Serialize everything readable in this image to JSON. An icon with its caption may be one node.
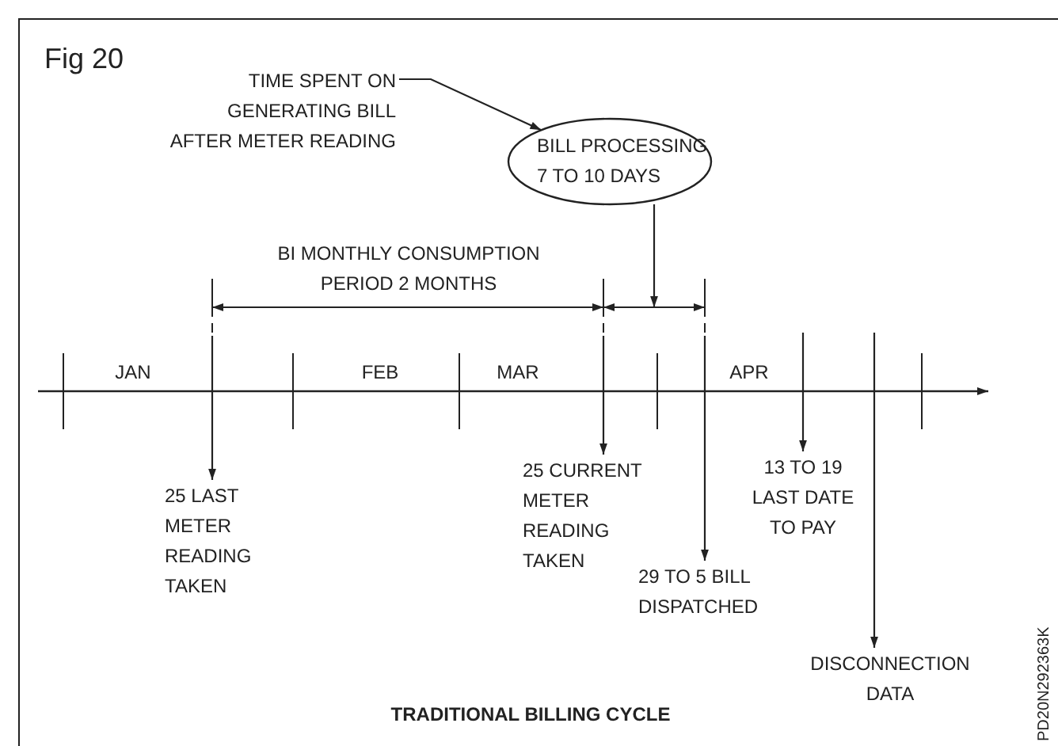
{
  "diagram": {
    "title": "Fig 20",
    "caption": "TRADITIONAL BILLING CYCLE",
    "nodes": [
      {
        "text": [
          "TIME SPENT ON GENERATING BILL AFTER METER READING"
        ]
      },
      {
        "text": [
          "BILL PROCESSING 7 TO 10 DAYS"
        ]
      },
      {
        "text": [
          "25 LAST METER READING TAKEN"
        ]
      },
      {
        "text": [
          "25 CURRENT METER READING TAKEN"
        ]
      },
      {
        "text": [
          "29 TO 5 BILL DISPATCHED"
        ]
      },
      {
        "text": [
          "13 TO 19 LAST DATE TO PAY"
        ]
      },
      {
        "text": [
          "DISCONNECTION DATA"
        ]
      }
    ],
    "edges": [
      {
        "from": 0,
        "to": 1,
        "arrow": "to"
      },
      {
        "from": 1,
        "to": null,
        "arrow": "to"
      },
      {
        "from": null,
        "to": 2,
        "arrow": "to"
      },
      {
        "from": null,
        "to": 3,
        "arrow": "to"
      },
      {
        "from": null,
        "to": 4,
        "arrow": "to"
      },
      {
        "from": null,
        "to": 5,
        "arrow": "to"
      },
      {
        "from": null,
        "to": 6,
        "arrow": "to"
      }
    ],
    "labels": [
      "BI MONTHLY CONSUMPTION PERIOD 2 MONTHS",
      "JAN",
      "FEB",
      "MAR",
      "APR",
      "PD20N292363K"
    ]
  }
}
